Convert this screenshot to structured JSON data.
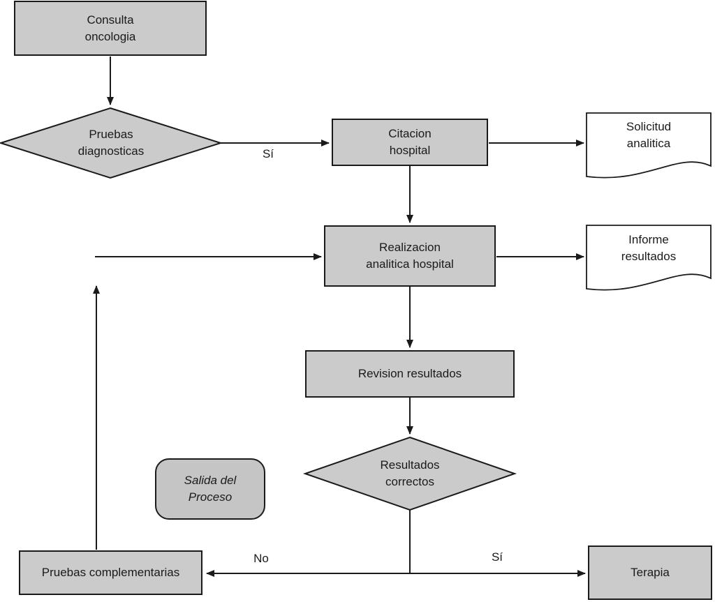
{
  "colors": {
    "background": "#ffffff",
    "node_fill": "#cbcbcb",
    "salida_fill": "#c5c5c5",
    "document_fill": "#ffffff",
    "stroke": "#1a1a1a",
    "text": "#1a1a1a"
  },
  "flowchart": {
    "nodes": {
      "consulta": {
        "type": "process",
        "label": "Consulta\noncologia"
      },
      "pruebas_diagnosticas": {
        "type": "decision",
        "label": "Pruebas\ndiagnosticas"
      },
      "citacion": {
        "type": "process",
        "label": "Citacion\nhospital"
      },
      "solicitud": {
        "type": "document",
        "label": "Solicitud\nanalitica"
      },
      "realizacion": {
        "type": "process",
        "label": "Realizacion\nanalitica hospital"
      },
      "informe": {
        "type": "document",
        "label": "Informe\nresultados"
      },
      "revision": {
        "type": "process",
        "label": "Revision resultados"
      },
      "resultados_correctos": {
        "type": "decision",
        "label": "Resultados\ncorrectos"
      },
      "salida": {
        "type": "terminator",
        "label": "Salida del\nProceso"
      },
      "pruebas_complementarias": {
        "type": "process",
        "label": "Pruebas complementarias"
      },
      "terapia": {
        "type": "process",
        "label": "Terapia"
      }
    },
    "edge_labels": {
      "si_diagnosticas": "Sí",
      "no_correctos": "No",
      "si_correctos": "Sí"
    }
  }
}
